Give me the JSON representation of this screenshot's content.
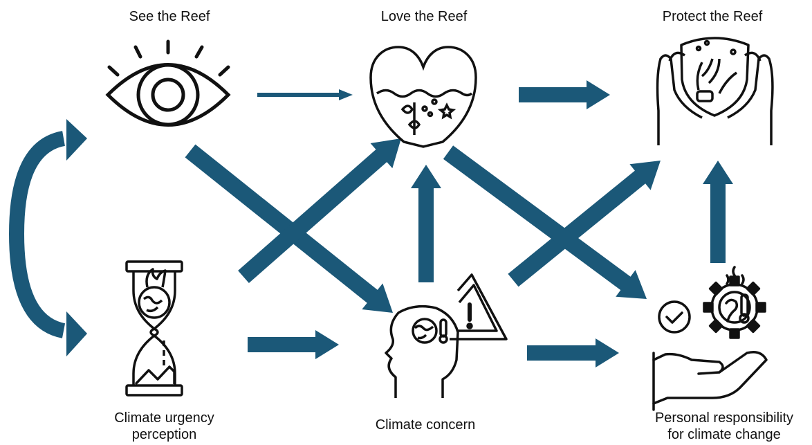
{
  "nodes": {
    "see": {
      "label": "See the Reef",
      "icon": "eye-icon"
    },
    "love": {
      "label": "Love the Reef",
      "icon": "heart-reef-icon"
    },
    "protect": {
      "label": "Protect the Reef",
      "icon": "hands-reef-shield-icon"
    },
    "urgency": {
      "label_line1": "Climate urgency",
      "label_line2": "perception",
      "icon": "hourglass-earth-icon"
    },
    "concern": {
      "label": "Climate concern",
      "icon": "head-warning-icon"
    },
    "responsibility": {
      "label_line1": "Personal responsibility",
      "label_line2": "for climate change",
      "icon": "hand-gear-check-icon"
    }
  },
  "edges": [
    {
      "from": "see",
      "to": "love"
    },
    {
      "from": "love",
      "to": "protect"
    },
    {
      "from": "see",
      "to": "concern"
    },
    {
      "from": "urgency",
      "to": "love"
    },
    {
      "from": "urgency",
      "to": "concern"
    },
    {
      "from": "concern",
      "to": "love"
    },
    {
      "from": "concern",
      "to": "protect"
    },
    {
      "from": "love",
      "to": "responsibility"
    },
    {
      "from": "concern",
      "to": "responsibility"
    },
    {
      "from": "responsibility",
      "to": "protect"
    },
    {
      "from": "see",
      "to": "urgency",
      "bidirectional": true
    }
  ],
  "colors": {
    "arrow": "#1b5878",
    "icon_stroke": "#111111"
  }
}
